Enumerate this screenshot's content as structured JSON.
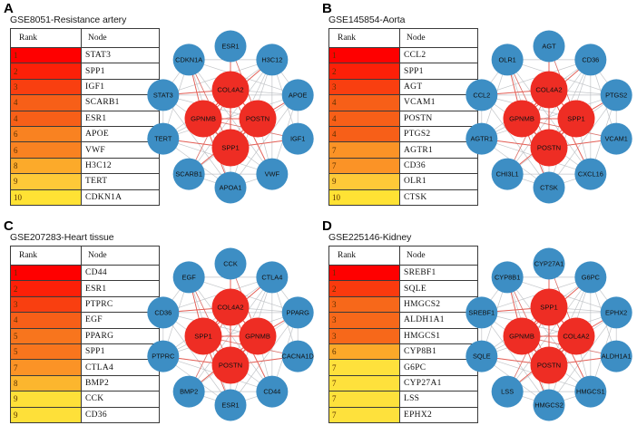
{
  "figure": {
    "panels": [
      {
        "letter": "A",
        "title": "GSE8051-Resistance artery",
        "table": {
          "headers": {
            "rank": "Rank",
            "node": "Node"
          },
          "rows": [
            {
              "rank": "1",
              "node": "STAT3",
              "color": "#fe0000"
            },
            {
              "rank": "2",
              "node": "SPP1",
              "color": "#fc2008"
            },
            {
              "rank": "3",
              "node": "IGF1",
              "color": "#f93f10"
            },
            {
              "rank": "4",
              "node": "SCARB1",
              "color": "#f75f18"
            },
            {
              "rank": "4",
              "node": "ESR1",
              "color": "#f75f18"
            },
            {
              "rank": "6",
              "node": "APOE",
              "color": "#f98221"
            },
            {
              "rank": "6",
              "node": "VWF",
              "color": "#f98221"
            },
            {
              "rank": "8",
              "node": "H3C12",
              "color": "#fcaa2a"
            },
            {
              "rank": "9",
              "node": "TERT",
              "color": "#fec938"
            },
            {
              "rank": "10",
              "node": "CDKN1A",
              "color": "#ffe234"
            }
          ]
        },
        "network": {
          "hubs": [
            "COL4A2",
            "GPNMB",
            "POSTN",
            "SPP1"
          ],
          "outer": [
            "ESR1",
            "H3C12",
            "APOE",
            "IGF1",
            "VWF",
            "APOA1",
            "SCARB1",
            "TERT",
            "STAT3",
            "CDKN1A"
          ]
        }
      },
      {
        "letter": "B",
        "title": "GSE145854-Aorta",
        "table": {
          "headers": {
            "rank": "Rank",
            "node": "Node"
          },
          "rows": [
            {
              "rank": "1",
              "node": "CCL2",
              "color": "#fe0000"
            },
            {
              "rank": "2",
              "node": "SPP1",
              "color": "#fc2008"
            },
            {
              "rank": "3",
              "node": "AGT",
              "color": "#f93f10"
            },
            {
              "rank": "4",
              "node": "VCAM1",
              "color": "#f75f18"
            },
            {
              "rank": "4",
              "node": "POSTN",
              "color": "#f75f18"
            },
            {
              "rank": "4",
              "node": "PTGS2",
              "color": "#f75f18"
            },
            {
              "rank": "7",
              "node": "AGTR1",
              "color": "#fb9326"
            },
            {
              "rank": "7",
              "node": "CD36",
              "color": "#fb9326"
            },
            {
              "rank": "9",
              "node": "OLR1",
              "color": "#fec938"
            },
            {
              "rank": "10",
              "node": "CTSK",
              "color": "#ffe234"
            }
          ]
        },
        "network": {
          "hubs": [
            "COL4A2",
            "GPNMB",
            "SPP1",
            "POSTN"
          ],
          "outer": [
            "AGT",
            "CD36",
            "PTGS2",
            "VCAM1",
            "CXCL16",
            "CTSK",
            "CHI3L1",
            "AGTR1",
            "CCL2",
            "OLR1"
          ]
        }
      },
      {
        "letter": "C",
        "title": "GSE207283-Heart tissue",
        "table": {
          "headers": {
            "rank": "Rank",
            "node": "Node"
          },
          "rows": [
            {
              "rank": "1",
              "node": "CD44",
              "color": "#fe0000"
            },
            {
              "rank": "2",
              "node": "ESR1",
              "color": "#fc2008"
            },
            {
              "rank": "3",
              "node": "PTPRC",
              "color": "#f93f10"
            },
            {
              "rank": "4",
              "node": "EGF",
              "color": "#f75f18"
            },
            {
              "rank": "5",
              "node": "PPARG",
              "color": "#f8751d"
            },
            {
              "rank": "5",
              "node": "SPP1",
              "color": "#f8751d"
            },
            {
              "rank": "7",
              "node": "CTLA4",
              "color": "#fb9326"
            },
            {
              "rank": "8",
              "node": "BMP2",
              "color": "#fcb62e"
            },
            {
              "rank": "9",
              "node": "CCK",
              "color": "#fee039"
            },
            {
              "rank": "9",
              "node": "CD36",
              "color": "#fee039"
            }
          ]
        },
        "network": {
          "hubs": [
            "COL4A2",
            "SPP1",
            "GPNMB",
            "POSTN"
          ],
          "outer": [
            "CCK",
            "CTLA4",
            "PPARG",
            "CACNA1D",
            "CD44",
            "ESR1",
            "BMP2",
            "PTPRC",
            "CD36",
            "EGF"
          ]
        }
      },
      {
        "letter": "D",
        "title": "GSE225146-Kidney",
        "table": {
          "headers": {
            "rank": "Rank",
            "node": "Node"
          },
          "rows": [
            {
              "rank": "1",
              "node": "SREBF1",
              "color": "#fe0000"
            },
            {
              "rank": "2",
              "node": "SQLE",
              "color": "#fa3a0e"
            },
            {
              "rank": "3",
              "node": "HMGCS2",
              "color": "#f7681a"
            },
            {
              "rank": "3",
              "node": "ALDH1A1",
              "color": "#f7681a"
            },
            {
              "rank": "3",
              "node": "HMGCS1",
              "color": "#f7681a"
            },
            {
              "rank": "6",
              "node": "CYP8B1",
              "color": "#fca929"
            },
            {
              "rank": "7",
              "node": "G6PC",
              "color": "#fee13c"
            },
            {
              "rank": "7",
              "node": "CYP27A1",
              "color": "#fee13c"
            },
            {
              "rank": "7",
              "node": "LSS",
              "color": "#fee13c"
            },
            {
              "rank": "7",
              "node": "EPHX2",
              "color": "#fee13c"
            }
          ]
        },
        "network": {
          "hubs": [
            "SPP1",
            "GPNMB",
            "COL4A2",
            "POSTN"
          ],
          "outer": [
            "CYP27A1",
            "G6PC",
            "EPHX2",
            "ALDH1A1",
            "HMGCS1",
            "HMGCS2",
            "LSS",
            "SQLE",
            "SREBF1",
            "CYP8B1"
          ]
        }
      }
    ]
  },
  "colors": {
    "node_blue": "#3d8ec4",
    "node_red": "#ee2d24",
    "edge_grey": "#b9bcc0",
    "edge_red": "#e8544a"
  }
}
